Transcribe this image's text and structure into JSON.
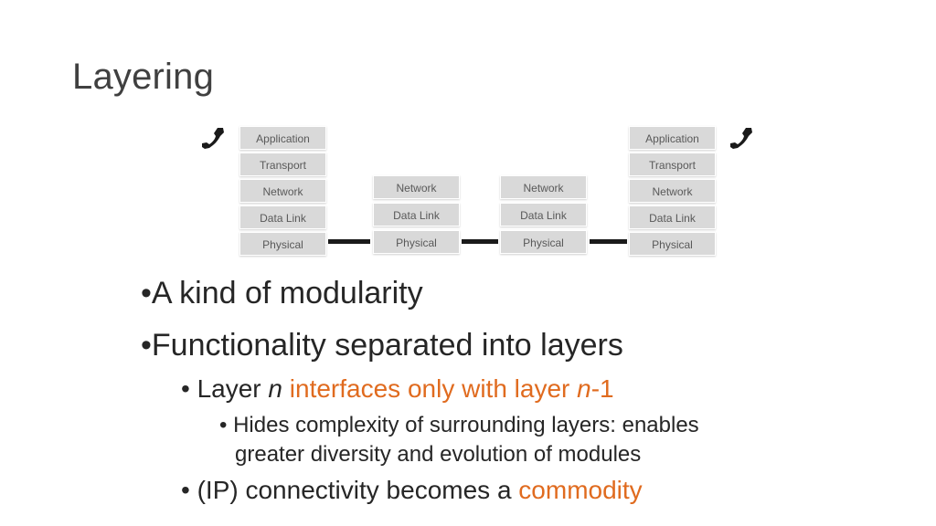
{
  "slide": {
    "title": "Layering"
  },
  "diagram": {
    "left_stack": [
      "Application",
      "Transport",
      "Network",
      "Data Link",
      "Physical"
    ],
    "router1_stack": [
      "Network",
      "Data Link",
      "Physical"
    ],
    "router2_stack": [
      "Network",
      "Data Link",
      "Physical"
    ],
    "right_stack": [
      "Application",
      "Transport",
      "Network",
      "Data Link",
      "Physical"
    ],
    "icons": {
      "left": "phone-icon",
      "right": "phone-icon"
    }
  },
  "bullets": {
    "b1": "A kind of modularity",
    "b2": "Functionality separated into layers",
    "b3_pre": "Layer ",
    "b3_n1": "n",
    "b3_mid": " interfaces only with layer ",
    "b3_n2": "n",
    "b3_post": "-1",
    "b4_line1": "Hides complexity of surrounding layers: enables",
    "b4_line2": "greater diversity and evolution of modules",
    "b5_pre": "(IP) connectivity becomes a ",
    "b5_hl": "commodity"
  },
  "colors": {
    "accent": "#e06b1f",
    "layer_fill": "#d9d9d9",
    "text": "#262626"
  }
}
